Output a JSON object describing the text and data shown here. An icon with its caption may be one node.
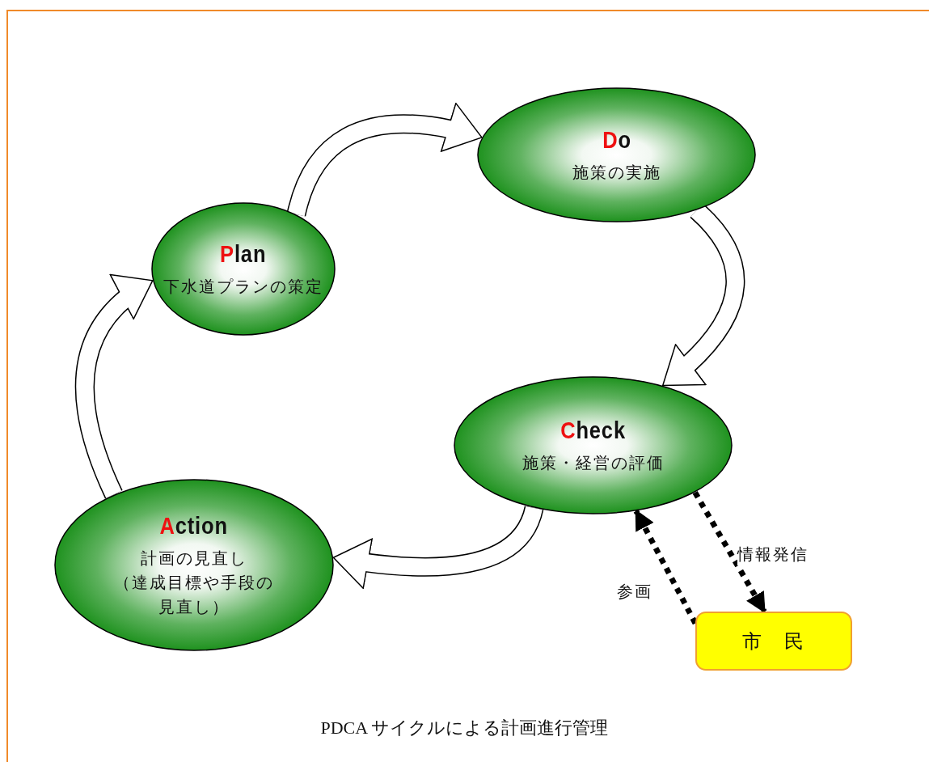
{
  "diagram": {
    "caption": "PDCA サイクルによる計画進行管理",
    "nodes": [
      {
        "text": [
          "Plan",
          "下水道プランの策定"
        ]
      },
      {
        "text": [
          "Do",
          "施策の実施"
        ]
      },
      {
        "text": [
          "Check",
          "施策・経営の評価"
        ]
      },
      {
        "text": [
          "Action",
          "計画の見直し",
          "（達成目標や手段の見直し）"
        ]
      },
      {
        "text": [
          "市　民"
        ]
      }
    ],
    "edges": [
      {
        "from": 0,
        "to": 1,
        "arrow": "to"
      },
      {
        "from": 1,
        "to": 2,
        "arrow": "to"
      },
      {
        "from": 2,
        "to": 3,
        "arrow": "to"
      },
      {
        "from": 3,
        "to": 0,
        "arrow": "to"
      },
      {
        "from": 2,
        "to": 4,
        "arrow": "to",
        "label": "情報発信",
        "style": "dashed"
      },
      {
        "from": 4,
        "to": 2,
        "arrow": "to",
        "label": "参画",
        "style": "dashed"
      }
    ]
  }
}
